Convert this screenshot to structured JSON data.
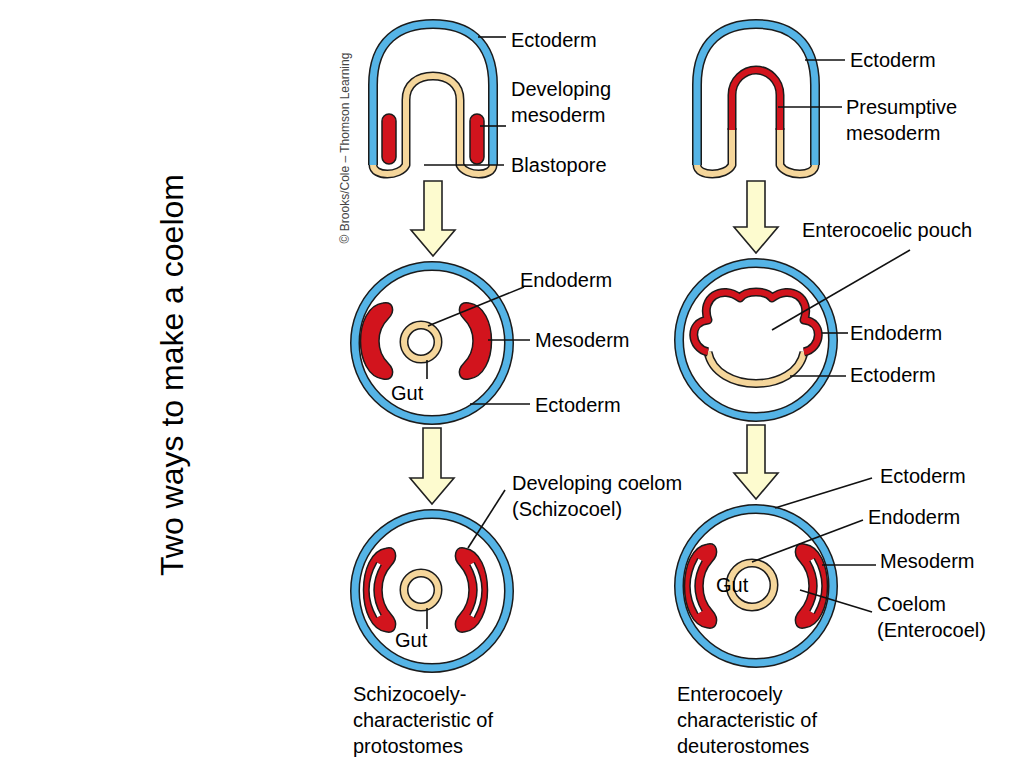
{
  "diagram": {
    "title": "Two ways to make a coelom",
    "nodes": [
      {
        "text": [
          "Ectoderm",
          "Developing mesoderm",
          "Blastopore"
        ]
      },
      {
        "text": [
          "Endoderm",
          "Mesoderm",
          "Gut",
          "Ectoderm"
        ]
      },
      {
        "text": [
          "Developing coelom (Schizocoel)",
          "Gut"
        ]
      },
      {
        "text": [
          "Ectoderm",
          "Presumptive mesoderm"
        ]
      },
      {
        "text": [
          "Enterocoelic pouch",
          "Endoderm",
          "Ectoderm"
        ]
      },
      {
        "text": [
          "Ectoderm",
          "Endoderm",
          "Mesoderm",
          "Gut",
          "Coelom (Enterocoel)"
        ]
      }
    ],
    "edges": [
      {
        "from": 0,
        "to": 1,
        "arrow": "to"
      },
      {
        "from": 1,
        "to": 2,
        "arrow": "to"
      },
      {
        "from": 3,
        "to": 4,
        "arrow": "to"
      },
      {
        "from": 4,
        "to": 5,
        "arrow": "to"
      }
    ],
    "labels": [
      "© Brooks/Cole – Thomson Learning",
      "Schizocoely- characteristic of protostomes",
      "Enterocoely characteristic of deuterostomes"
    ]
  }
}
